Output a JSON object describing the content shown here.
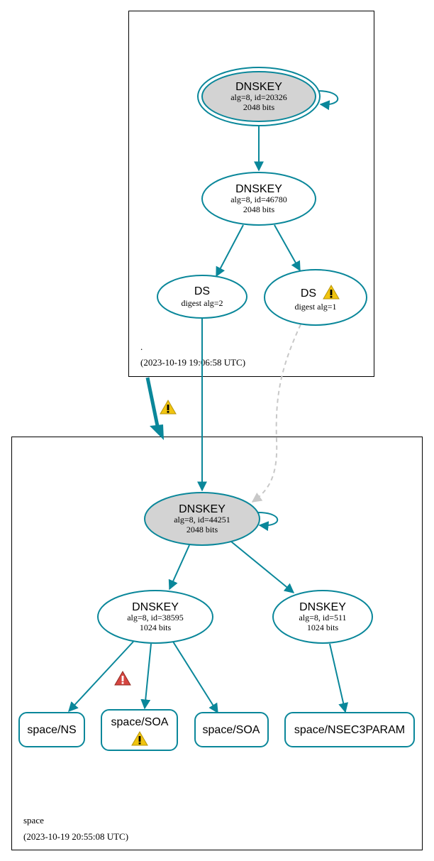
{
  "colors": {
    "edge": "#0a879a",
    "node_fill_key": "#d3d3d3",
    "node_fill": "#ffffff",
    "dashed_edge": "#c8c8c8",
    "warning": "#f1c40f",
    "error": "#c0392b"
  },
  "zones": {
    "root": {
      "name": ".",
      "timestamp": "(2023-10-19 19:06:58 UTC)"
    },
    "space": {
      "name": "space",
      "timestamp": "(2023-10-19 20:55:08 UTC)"
    }
  },
  "nodes": {
    "root_ksk": {
      "title": "DNSKEY",
      "line1": "alg=8, id=20326",
      "line2": "2048 bits"
    },
    "root_zsk": {
      "title": "DNSKEY",
      "line1": "alg=8, id=46780",
      "line2": "2048 bits"
    },
    "ds_2": {
      "title": "DS",
      "line1": "digest alg=2"
    },
    "ds_1": {
      "title": "DS",
      "line1": "digest alg=1",
      "icon": "warning-icon"
    },
    "space_ksk": {
      "title": "DNSKEY",
      "line1": "alg=8, id=44251",
      "line2": "2048 bits"
    },
    "space_zsk_a": {
      "title": "DNSKEY",
      "line1": "alg=8, id=38595",
      "line2": "1024 bits"
    },
    "space_zsk_b": {
      "title": "DNSKEY",
      "line1": "alg=8, id=511",
      "line2": "1024 bits"
    },
    "rr_ns": {
      "label": "space/NS"
    },
    "rr_soa_warn": {
      "label": "space/SOA",
      "icon": "warning-icon"
    },
    "rr_soa": {
      "label": "space/SOA"
    },
    "rr_nsec3param": {
      "label": "space/NSEC3PARAM"
    }
  },
  "icons": {
    "delegation": "warning-icon",
    "ns_edge": "error-icon"
  }
}
